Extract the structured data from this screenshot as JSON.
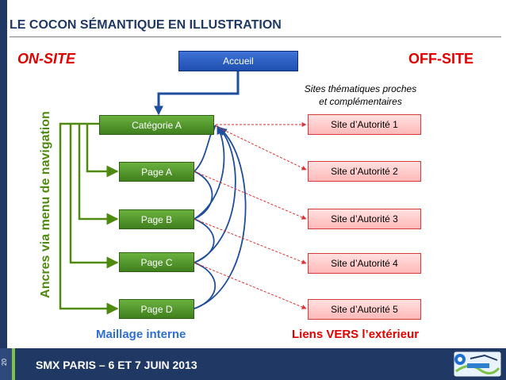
{
  "title": "LE COCON SÉMANTIQUE EN ILLUSTRATION",
  "on_site": "ON-SITE",
  "off_site": "OFF-SITE",
  "sites_note": [
    "Sites thématiques proches",
    "et complémentaires"
  ],
  "vertical_label": "Ancres via menu de navigation",
  "nodes": {
    "accueil": "Accueil",
    "categorie": "Catégorie A",
    "pages": [
      "Page A",
      "Page B",
      "Page C",
      "Page D"
    ],
    "sites": [
      "Site d’Autorité 1",
      "Site d’Autorité 2",
      "Site d’Autorité 3",
      "Site d’Autorité 4",
      "Site d’Autorité 5"
    ]
  },
  "captions": {
    "internal": "Maillage interne",
    "external": "Liens VERS l’extérieur"
  },
  "footer": {
    "text": "SMX PARIS – 6 ET 7 JUIN 2013",
    "page_number": "20"
  },
  "colors": {
    "title": "#1f3864",
    "accent_red": "#e00000",
    "green": "#4e8a0f",
    "blue_link": "#1f4e9c",
    "footer_bg": "#1f3864"
  }
}
